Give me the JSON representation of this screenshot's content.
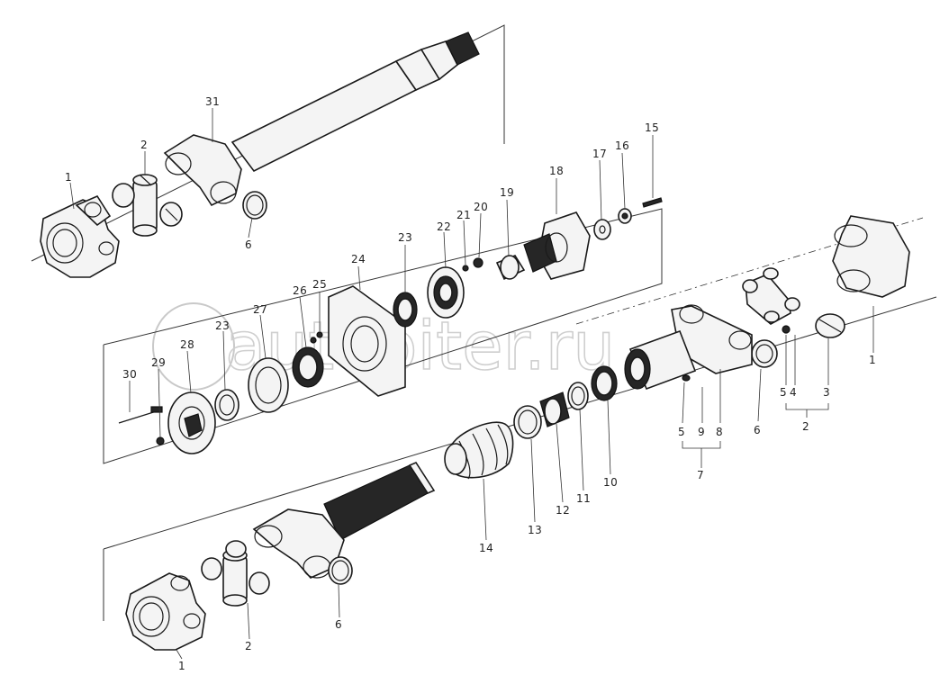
{
  "watermark": {
    "text": "autopiter.ru"
  },
  "labels": {
    "l1a": "1",
    "l2a": "2",
    "l31": "31",
    "l6a": "6",
    "l15": "15",
    "l16": "16",
    "l17": "17",
    "l18": "18",
    "l19": "19",
    "l20": "20",
    "l21": "21",
    "l22": "22",
    "l23a": "23",
    "l24": "24",
    "l25": "25",
    "l26": "26",
    "l27": "27",
    "l23b": "23",
    "l28": "28",
    "l29": "29",
    "l30": "30",
    "l1b": "1",
    "l5a": "5",
    "l4": "4",
    "l3": "3",
    "l2b": "2",
    "l6b": "6",
    "l8": "8",
    "l9": "9",
    "l5b": "5",
    "l7": "7",
    "l10": "10",
    "l11": "11",
    "l12": "12",
    "l13": "13",
    "l14": "14",
    "l1c": "1",
    "l2c": "2",
    "l6c": "6"
  }
}
